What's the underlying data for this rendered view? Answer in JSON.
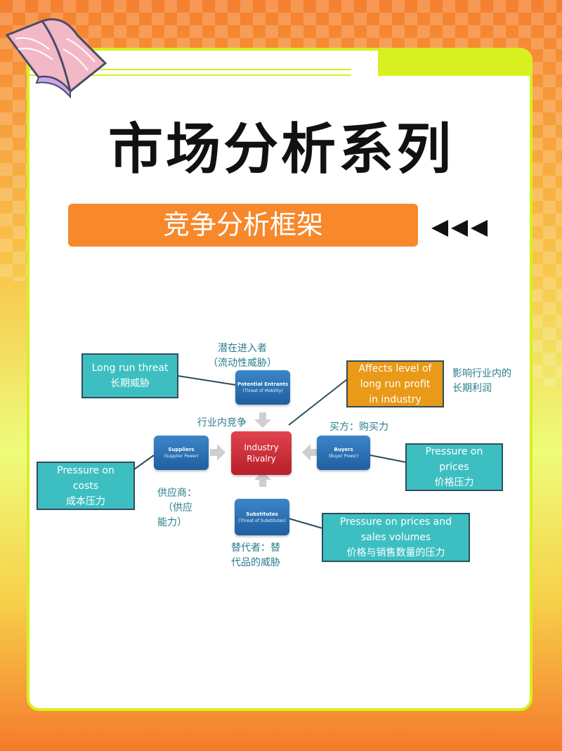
{
  "header": {
    "title": "市场分析系列",
    "subtitle": "竞争分析框架"
  },
  "diagram": {
    "nodes": {
      "potential_entrants": {
        "title": "Potential Entrants",
        "sub": "(Threat of Mobility)"
      },
      "suppliers": {
        "title": "Suppliers",
        "sub": "(Supplier Power)"
      },
      "industry": {
        "title": "Industry Rivalry"
      },
      "buyers": {
        "title": "Buyers",
        "sub": "(Buyer Power)"
      },
      "substitutes": {
        "title": "Substitutes",
        "sub": "(Threat of Substitutes)"
      }
    },
    "captions": {
      "entrants_cn_1": "潜在进入者",
      "entrants_cn_2": "（流动性威胁）",
      "rivalry_cn": "行业内竞争",
      "buyers_cn": "买方：购买力",
      "suppliers_cn_1": "供应商：",
      "suppliers_cn_2": "（供应",
      "suppliers_cn_3": "能力）",
      "substitutes_cn_1": "替代者：替",
      "substitutes_cn_2": "代品的威胁",
      "profit_cn_1": "影响行业内的",
      "profit_cn_2": "长期利润"
    },
    "boxes": {
      "long_run": {
        "line1": "Long run threat",
        "line2": "长期威胁"
      },
      "profit": {
        "line1": "Affects level of",
        "line2": "long run profit",
        "line3": "in industry"
      },
      "costs": {
        "line1": "Pressure on",
        "line2": "costs",
        "line3": "成本压力"
      },
      "prices": {
        "line1": "Pressure on",
        "line2": "prices",
        "line3": "价格压力"
      },
      "volumes": {
        "line1": "Pressure on prices and",
        "line2": "sales volumes",
        "line3": "价格与销售数量的压力"
      }
    }
  },
  "colors": {
    "accent_orange": "#f7882c",
    "lime_border": "#d7f020",
    "teal_box": "#3dbfc2",
    "node_blue": "#2a6fb5",
    "node_red": "#c9303a"
  }
}
